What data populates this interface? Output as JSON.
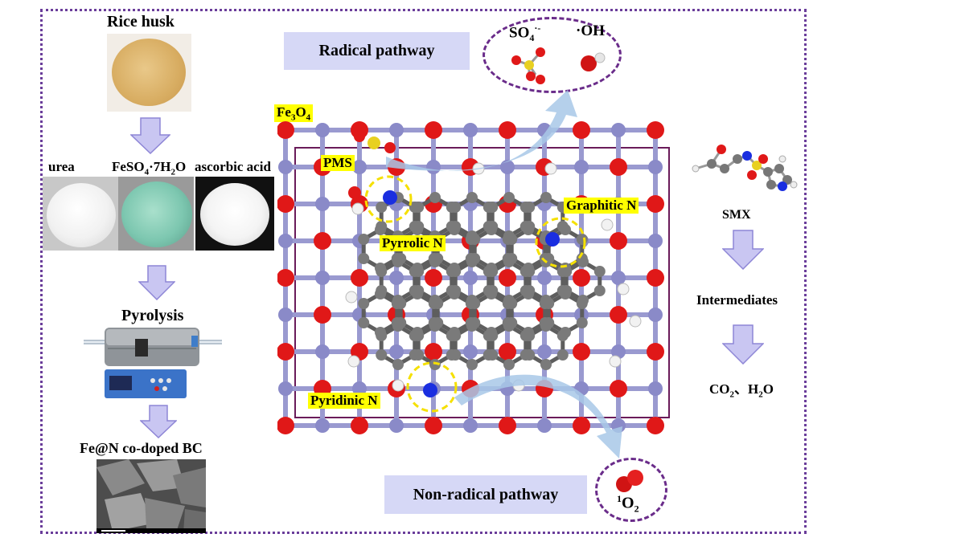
{
  "left_column": {
    "rice_husk_label": "Rice husk",
    "urea_label": "urea",
    "feso4_label_prefix": "FeSO",
    "feso4_label_sub4": "4",
    "feso4_label_mid": "·7H",
    "feso4_label_sub2": "2",
    "feso4_label_suffix": "O",
    "ascorbic_label": "ascorbic  acid",
    "pyrolysis_label": "Pyrolysis",
    "product_label": "Fe@N co-doped BC"
  },
  "center": {
    "radical_pathway": "Radical pathway",
    "non_radical_pathway": "Non-radical pathway",
    "fe3o4_prefix": "Fe",
    "fe3o4_sub3": "3",
    "fe3o4_mid": "O",
    "fe3o4_sub4": "4",
    "pms_label": "PMS",
    "graphitic_n": "Graphitic N",
    "pyrrolic_n": "Pyrrolic N",
    "pyridinic_n": "Pyridinic N"
  },
  "radicals": {
    "so4_prefix": "SO",
    "so4_sub": "4",
    "so4_sup": "·-",
    "oh_label": "·OH",
    "singlet_sup": "1",
    "singlet_main": "O",
    "singlet_sub": "2"
  },
  "right_column": {
    "smx_label": "SMX",
    "intermediates_label": "Intermediates",
    "products_co2": "CO",
    "products_co2_sub": "2",
    "products_sep": "、H",
    "products_h2o_sub": "2",
    "products_h2o_end": "O"
  },
  "colors": {
    "frame": "#6a3d9a",
    "arrow_fill": "#c9c6f2",
    "arrow_stroke": "#8e86d6",
    "highlight": "#ffff00",
    "pathway_box": "#d6d8f6",
    "oxygen": "#e01818",
    "iron": "#8a8ac8",
    "carbon": "#7a7a7a",
    "nitrogen": "#1a2ee0",
    "sulfur": "#e8d020"
  }
}
